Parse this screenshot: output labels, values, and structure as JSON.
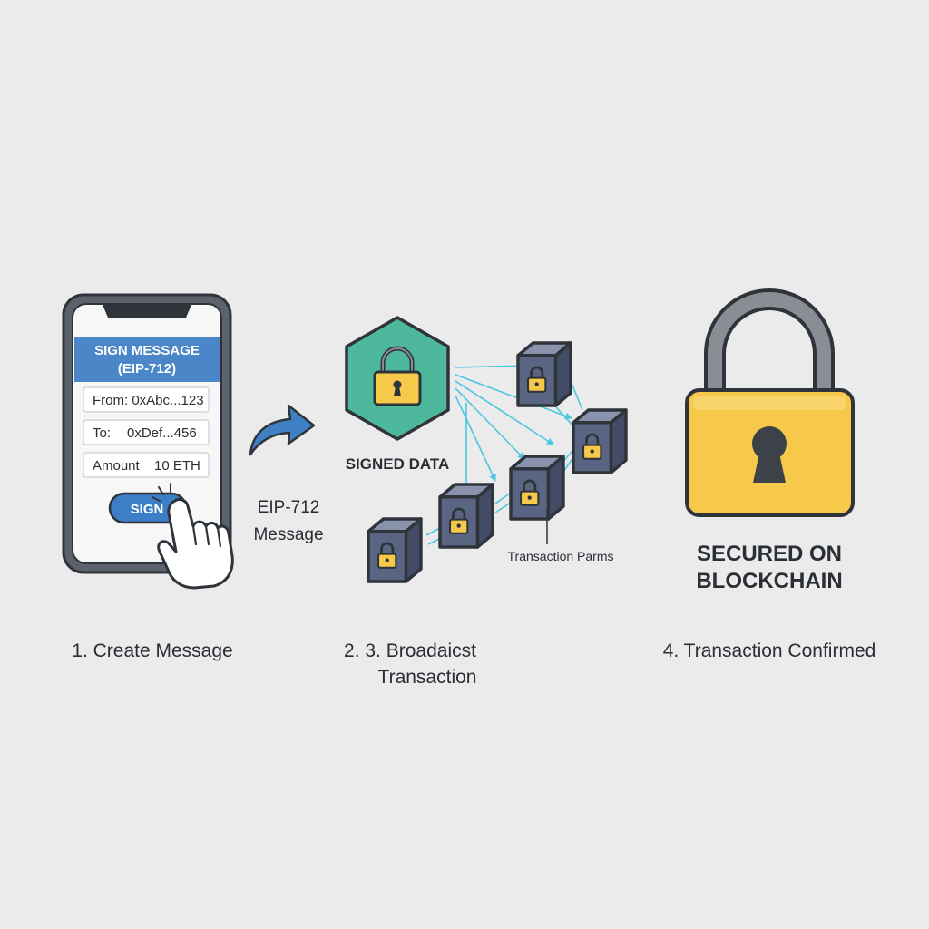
{
  "phone": {
    "banner_line1": "SIGN MESSAGE",
    "banner_line2": "(EIP-712)",
    "from_field": "From: 0xAbc...123",
    "to_label": "To:",
    "to_value": "0xDef...456",
    "amount_label": "Amount",
    "amount_value": "10 ETH",
    "sign_button": "SIGN"
  },
  "arrow_label": {
    "line1": "EIP-712",
    "line2": "Message"
  },
  "signed_data_label": "SIGNED DATA",
  "transaction_params_label": "Transaction Parms",
  "secured_label": {
    "line1": "SECURED ON",
    "line2": "BLOCKCHAIN"
  },
  "steps": {
    "step1": "1. Create Message",
    "step2_line1": "2. 3. Broadaicst",
    "step2_line2": "Transaction",
    "step4": "4. Transaction Confirmed"
  },
  "colors": {
    "background": "#ebebec",
    "outline": "#2f343b",
    "banner_blue": "#4a86c8",
    "teal_hex": "#4db89b",
    "lock_yellow": "#f6c94a",
    "shackle_gray": "#8a8e94",
    "cube_blue": "#5a6584",
    "link_cyan": "#4cc8e0",
    "arrow_blue": "#3f7fc4"
  },
  "icons": [
    "hand-pointer-icon",
    "curved-arrow-icon",
    "padlock-icon",
    "block-cube-icon"
  ]
}
